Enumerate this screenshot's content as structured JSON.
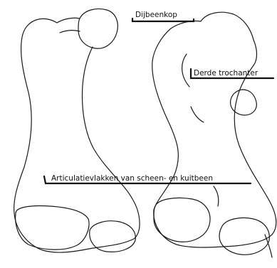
{
  "labels": {
    "femoral_head": "Dijbeenkop",
    "third_trochanter": "Derde trochanter",
    "articular_surfaces": "Articulatievlakken van scheen- en kuitbeen"
  }
}
